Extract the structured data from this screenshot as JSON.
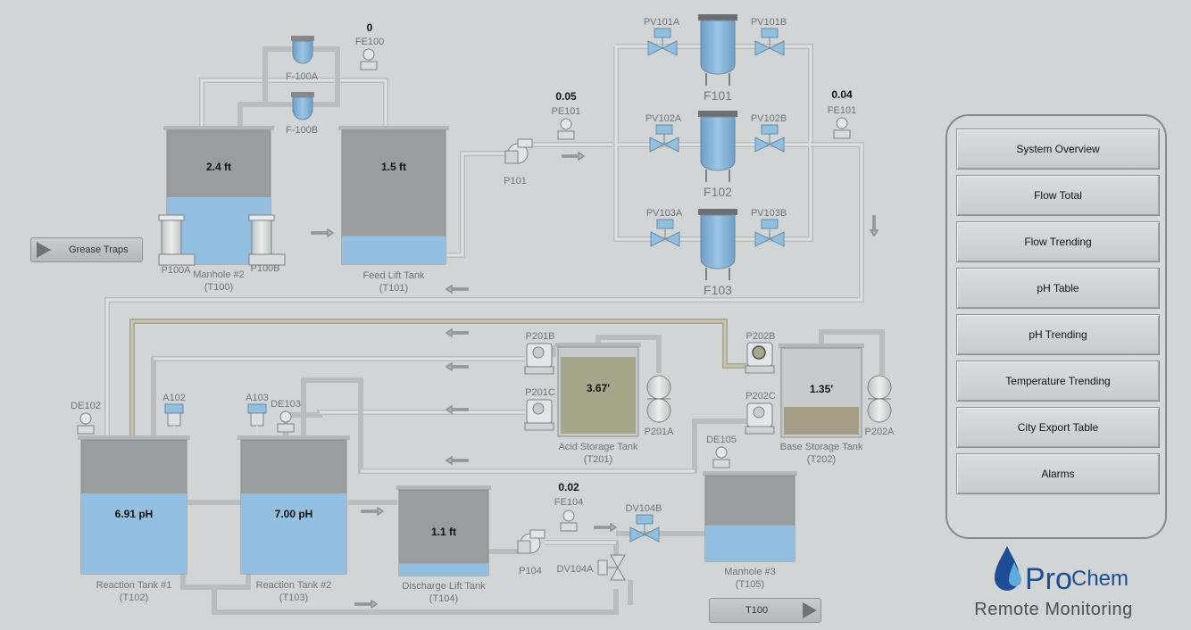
{
  "menu": {
    "items": [
      {
        "label": "System Overview"
      },
      {
        "label": "Flow Total"
      },
      {
        "label": "Flow Trending"
      },
      {
        "label": "pH Table"
      },
      {
        "label": "pH Trending"
      },
      {
        "label": "Temperature Trending"
      },
      {
        "label": "City Export Table"
      },
      {
        "label": "Alarms"
      }
    ]
  },
  "nav": {
    "grease_traps": "Grease Traps",
    "t100": "T100"
  },
  "logo": {
    "brand_pro": "Pro",
    "brand_chem": "Chem",
    "subtitle": "Remote Monitoring"
  },
  "tanks": {
    "t100": {
      "name": "Manhole #2",
      "tag": "(T100)",
      "level_text": "2.4 ft",
      "fill": 0.5
    },
    "t101": {
      "name": "Feed Lift Tank",
      "tag": "(T101)",
      "level_text": "1.5 ft",
      "fill": 0.21
    },
    "t102": {
      "name": "Reaction Tank #1",
      "tag": "(T102)",
      "reading": "6.91 pH",
      "fill": 0.6
    },
    "t103": {
      "name": "Reaction Tank #2",
      "tag": "(T103)",
      "reading": "7.00 pH",
      "fill": 0.6
    },
    "t104": {
      "name": "Discharge Lift Tank",
      "tag": "(T104)",
      "level_text": "1.1 ft",
      "fill": 0.14
    },
    "t105": {
      "name": "Manhole #3",
      "tag": "(T105)",
      "fill": 0.42
    },
    "t201": {
      "name": "Acid Storage Tank",
      "tag": "(T201)",
      "level_text": "3.67'"
    },
    "t202": {
      "name": "Base Storage Tank",
      "tag": "(T202)",
      "level_text": "1.35'"
    }
  },
  "filters": {
    "f100a": "F-100A",
    "f100b": "F-100B",
    "f101": "F101",
    "f102": "F102",
    "f103": "F103"
  },
  "valves": {
    "pv101a": "PV101A",
    "pv101b": "PV101B",
    "pv102a": "PV102A",
    "pv102b": "PV102B",
    "pv103a": "PV103A",
    "pv103b": "PV103B",
    "dv104a": "DV104A",
    "dv104b": "DV104B"
  },
  "pumps": {
    "p100a": "P100A",
    "p100b": "P100B",
    "p101": "P101",
    "p104": "P104",
    "p201a": "P201A",
    "p201b": "P201B",
    "p201c": "P201C",
    "p202a": "P202A",
    "p202b": "P202B",
    "p202c": "P202C"
  },
  "instruments": {
    "fe100": {
      "tag": "FE100",
      "value": "0"
    },
    "pe101": {
      "tag": "PE101",
      "value": "0.05"
    },
    "fe101": {
      "tag": "FE101",
      "value": "0.04"
    },
    "fe104": {
      "tag": "FE104",
      "value": "0.02"
    },
    "de102": {
      "tag": "DE102"
    },
    "de103": {
      "tag": "DE103"
    },
    "de105": {
      "tag": "DE105"
    },
    "a102": {
      "tag": "A102"
    },
    "a103": {
      "tag": "A103"
    }
  },
  "colors": {
    "water": "#93c0e0",
    "tank_gray": "#9a9c9e",
    "acid": "#a6a68a",
    "base": "#a49c84",
    "background": "#d1d5d6"
  }
}
